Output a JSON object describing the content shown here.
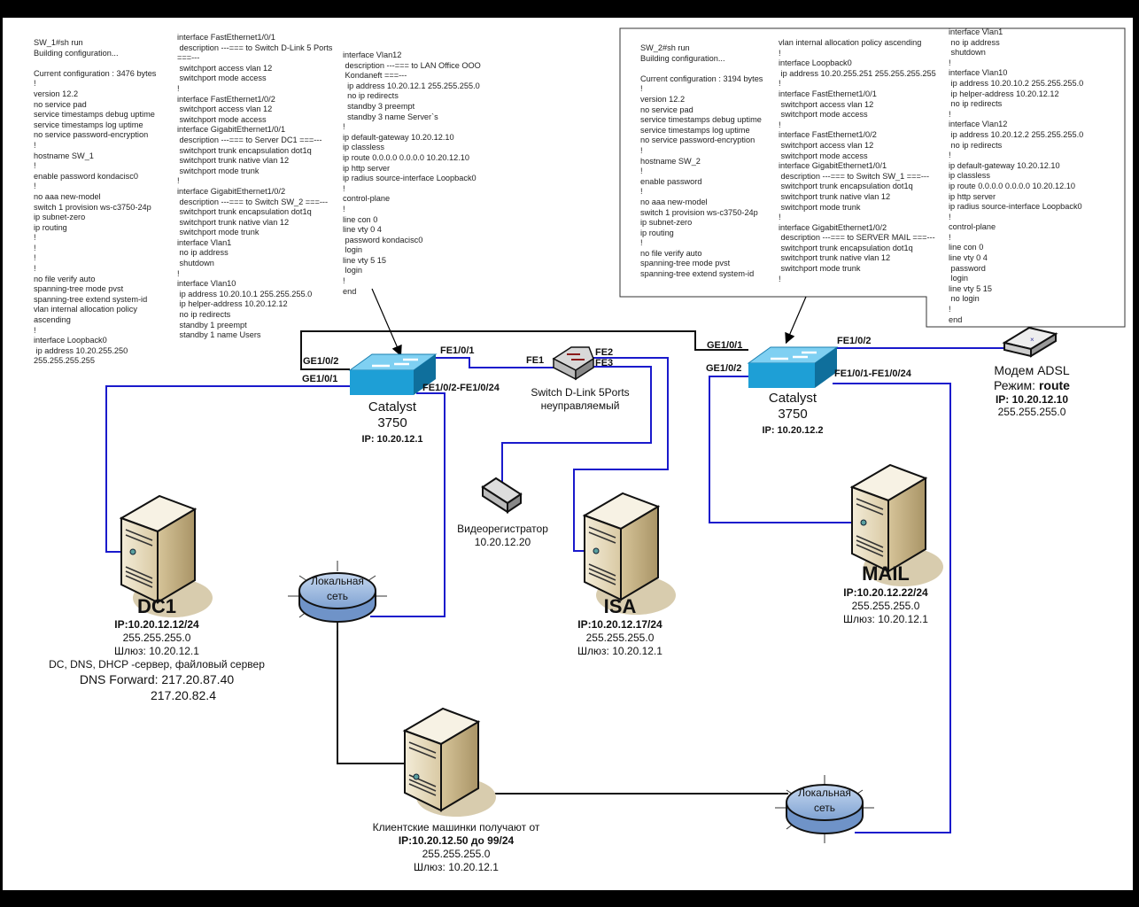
{
  "sw1_config": {
    "col1": [
      "SW_1#sh run",
      "Building configuration...",
      "",
      "Current configuration : 3476 bytes",
      "!",
      "version 12.2",
      "no service pad",
      "service timestamps debug uptime",
      "service timestamps log uptime",
      "no service password-encryption",
      "!",
      "hostname SW_1",
      "!",
      "enable password kondacisc0",
      "!",
      "no aaa new-model",
      "switch 1 provision ws-c3750-24p",
      "ip subnet-zero",
      "ip routing",
      "!",
      "!",
      "!",
      "!",
      "no file verify auto",
      "spanning-tree mode pvst",
      "spanning-tree extend system-id",
      "vlan internal allocation policy",
      "ascending",
      "!",
      "interface Loopback0",
      " ip address 10.20.255.250",
      "255.255.255.255"
    ],
    "col2": [
      "interface FastEthernet1/0/1",
      " description ---=== to Switch D-Link 5 Ports",
      "===---",
      " switchport access vlan 12",
      " switchport mode access",
      "!",
      "interface FastEthernet1/0/2",
      " switchport access vlan 12",
      " switchport mode access",
      "interface GigabitEthernet1/0/1",
      " description ---=== to Server DC1 ===---",
      " switchport trunk encapsulation dot1q",
      " switchport trunk native vlan 12",
      " switchport mode trunk",
      "!",
      "interface GigabitEthernet1/0/2",
      " description ---=== to Switch SW_2 ===---",
      " switchport trunk encapsulation dot1q",
      " switchport trunk native vlan 12",
      " switchport mode trunk",
      "interface Vlan1",
      " no ip address",
      " shutdown",
      "!",
      "interface Vlan10",
      " ip address 10.20.10.1 255.255.255.0",
      " ip helper-address 10.20.12.12",
      " no ip redirects",
      " standby 1 preempt",
      " standby 1 name Users"
    ],
    "col3": [
      "interface Vlan12",
      " description ---=== to LAN Office OOO",
      " Kondaneft ===---",
      "  ip address 10.20.12.1 255.255.255.0",
      "  no ip redirects",
      "  standby 3 preempt",
      "  standby 3 name Server`s",
      "!",
      "ip default-gateway 10.20.12.10",
      "ip classless",
      "ip route 0.0.0.0 0.0.0.0 10.20.12.10",
      "ip http server",
      "ip radius source-interface Loopback0",
      "!",
      "control-plane",
      "!",
      "line con 0",
      "line vty 0 4",
      " password kondacisc0",
      " login",
      "line vty 5 15",
      " login",
      "!",
      "end"
    ]
  },
  "sw2_config": {
    "col1": [
      "SW_2#sh run",
      "Building configuration...",
      "",
      "Current configuration : 3194 bytes",
      "!",
      "version 12.2",
      "no service pad",
      "service timestamps debug uptime",
      "service timestamps log uptime",
      "no service password-encryption",
      "!",
      "hostname SW_2",
      "!",
      "enable password",
      "!",
      "no aaa new-model",
      "switch 1 provision ws-c3750-24p",
      "ip subnet-zero",
      "ip routing",
      "!",
      "no file verify auto",
      "spanning-tree mode pvst",
      "spanning-tree extend system-id"
    ],
    "col2": [
      "vlan internal allocation policy ascending",
      "!",
      "interface Loopback0",
      " ip address 10.20.255.251 255.255.255.255",
      "!",
      "interface FastEthernet1/0/1",
      " switchport access vlan 12",
      " switchport mode access",
      "!",
      "interface FastEthernet1/0/2",
      " switchport access vlan 12",
      " switchport mode access",
      "interface GigabitEthernet1/0/1",
      " description ---=== to Switch SW_1 ===---",
      " switchport trunk encapsulation dot1q",
      " switchport trunk native vlan 12",
      " switchport mode trunk",
      "!",
      "interface GigabitEthernet1/0/2",
      " description ---=== to SERVER MAIL ===---",
      " switchport trunk encapsulation dot1q",
      " switchport trunk native vlan 12",
      " switchport mode trunk",
      "!"
    ],
    "col3": [
      "interface Vlan1",
      " no ip address",
      " shutdown",
      "!",
      "interface Vlan10",
      " ip address 10.20.10.2 255.255.255.0",
      " ip helper-address 10.20.12.12",
      " no ip redirects",
      "!",
      "interface Vlan12",
      " ip address 10.20.12.2 255.255.255.0",
      " no ip redirects",
      "!",
      "ip default-gateway 10.20.12.10",
      "ip classless",
      "ip route 0.0.0.0 0.0.0.0 10.20.12.10",
      "ip http server",
      "ip radius source-interface Loopback0",
      "!",
      "control-plane",
      "!",
      "line con 0",
      "line vty 0 4",
      " password",
      " login",
      "line vty 5 15",
      " no login",
      "!",
      "end"
    ]
  },
  "switch1": {
    "name": "Catalyst",
    "model": "3750",
    "ip": "IP: 10.20.12.1",
    "ports": {
      "ge2": "GE1/0/2",
      "ge1": "GE1/0/1",
      "fe1": "FE1/0/1",
      "fe_range": "FE1/0/2-FE1/0/24"
    }
  },
  "switch2": {
    "name": "Catalyst",
    "model": "3750",
    "ip": "IP: 10.20.12.2",
    "ports": {
      "ge1": "GE1/0/1",
      "ge2": "GE1/0/2",
      "fe2": "FE1/0/2",
      "fe_range": "FE1/0/1-FE1/0/24"
    }
  },
  "dlink": {
    "line1": "Switch D-Link 5Ports",
    "line2": "неуправляемый",
    "ports": {
      "fe1": "FE1",
      "fe2": "FE2",
      "fe3": "FE3"
    }
  },
  "modem": {
    "line1": "Модем ADSL",
    "mode_label": "Режим: ",
    "mode_value": "route",
    "ip": "IP: 10.20.12.10",
    "mask": "255.255.255.0"
  },
  "dc1": {
    "name": "DC1",
    "ip": "IP:10.20.12.12/24",
    "mask": "255.255.255.0",
    "gw": "Шлюз: 10.20.12.1",
    "roles": "DC, DNS, DHCP -сервер, файловый сервер",
    "dns1": "DNS Forward: 217.20.87.40",
    "dns2": "217.20.82.4"
  },
  "isa": {
    "name": "ISA",
    "ip": "IP:10.20.12.17/24",
    "mask": "255.255.255.0",
    "gw": "Шлюз: 10.20.12.1"
  },
  "mail": {
    "name": "MAIL",
    "ip": "IP:10.20.12.22/24",
    "mask": "255.255.255.0",
    "gw": "Шлюз: 10.20.12.1"
  },
  "dvr": {
    "name": "Видеорегистратор",
    "ip": "10.20.12.20"
  },
  "lan1": {
    "line1": "Локальная",
    "line2": "сеть"
  },
  "lan2": {
    "line1": "Локальная",
    "line2": "сеть"
  },
  "clients": {
    "line1": "Клиентские машинки получают от",
    "ip": "IP:10.20.12.50 до 99/24",
    "mask": "255.255.255.0",
    "gw": "Шлюз: 10.20.12.1"
  },
  "colors": {
    "link_blue": "#1a1acc",
    "link_black": "#111111",
    "switch_blue": "#1e9fd6",
    "server_beige": "#e8dcc0",
    "lan_blue": "#9ab8e0"
  }
}
